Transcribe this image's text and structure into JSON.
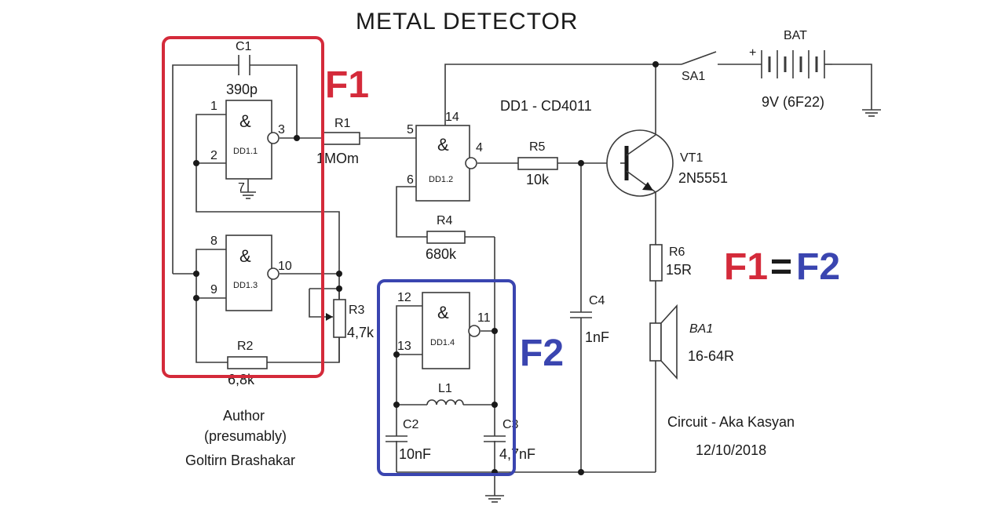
{
  "title": "METAL  DETECTOR",
  "overlay": {
    "f1": "F1",
    "f2": "F2",
    "eq_left": "F1",
    "eq_sign": "=",
    "eq_right": "F2",
    "f1_color": "#d42a3a",
    "f2_color": "#3a45b0"
  },
  "chip_note": "DD1 - CD4011",
  "gates": {
    "dd11": {
      "symbol": "&",
      "name": "DD1.1",
      "pins": [
        "1",
        "2",
        "3",
        "7"
      ]
    },
    "dd12": {
      "symbol": "&",
      "name": "DD1.2",
      "pins": [
        "5",
        "6",
        "4",
        "14"
      ]
    },
    "dd13": {
      "symbol": "&",
      "name": "DD1.3",
      "pins": [
        "8",
        "9",
        "10"
      ]
    },
    "dd14": {
      "symbol": "&",
      "name": "DD1.4",
      "pins": [
        "12",
        "13",
        "11"
      ]
    }
  },
  "components": {
    "c1": {
      "ref": "C1",
      "value": "390p"
    },
    "r1": {
      "ref": "R1",
      "value": "1MOm"
    },
    "r2": {
      "ref": "R2",
      "value": "6,8k"
    },
    "r3": {
      "ref": "R3",
      "value": "4,7k"
    },
    "r4": {
      "ref": "R4",
      "value": "680k"
    },
    "r5": {
      "ref": "R5",
      "value": "10k"
    },
    "r6": {
      "ref": "R6",
      "value": "15R"
    },
    "c2": {
      "ref": "C2",
      "value": "10nF"
    },
    "c3": {
      "ref": "C3",
      "value": "4,7nF"
    },
    "c4": {
      "ref": "C4",
      "value": "1nF"
    },
    "l1": {
      "ref": "L1"
    },
    "vt1": {
      "ref": "VT1",
      "value": "2N5551"
    },
    "ba1": {
      "ref": "BA1",
      "value": "16-64R"
    },
    "sa1": {
      "ref": "SA1"
    },
    "bat": {
      "ref": "BAT",
      "value": "9V (6F22)",
      "plus": "+"
    }
  },
  "author": {
    "line1": "Author",
    "line2": "(presumably)",
    "line3": "Goltirn Brashakar"
  },
  "credit": {
    "line1": "Circuit - Aka Kasyan",
    "date": "12/10/2018"
  }
}
